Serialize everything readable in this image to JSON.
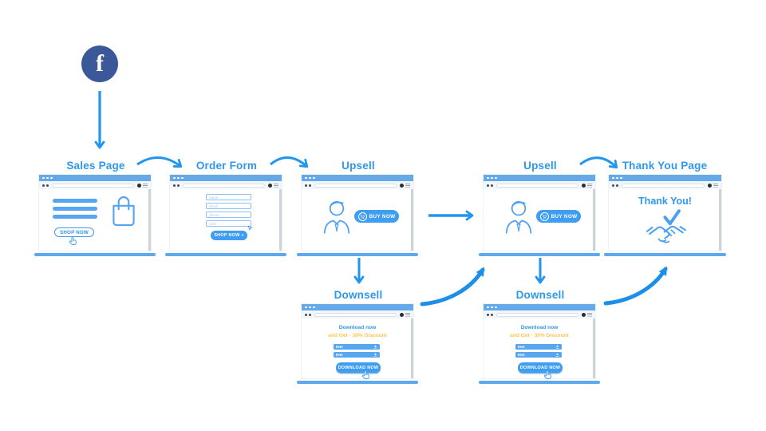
{
  "colors": {
    "accent": "#2196f0",
    "chrome_bar": "#66a9e9",
    "footer_bar": "#5ea9ee",
    "button_blue": "#3f9df2",
    "facebook_navy": "#3b5998",
    "discount_yellow": "#ffc54d"
  },
  "facebook": {
    "letter": "f"
  },
  "windows": {
    "sales": {
      "title": "Sales Page",
      "button": "SHOP NOW"
    },
    "order": {
      "title": "Order Form",
      "fields": [
        "name",
        "email",
        "phone",
        "card"
      ],
      "button": "SHOP NOW »"
    },
    "upsell1": {
      "title": "Upsell",
      "button": "BUY NOW"
    },
    "upsell2": {
      "title": "Upsell",
      "button": "BUY NOW"
    },
    "downsell1": {
      "title": "Downsell",
      "headline1": "Download now",
      "headline2": "and Get - 30% Discount",
      "items": [
        "Item",
        "Item"
      ],
      "button": "DOWNLOAD NOW"
    },
    "downsell2": {
      "title": "Downsell",
      "headline1": "Download now",
      "headline2": "and Get - 30% Discount",
      "items": [
        "Item",
        "Item"
      ],
      "button": "DOWNLOAD NOW"
    },
    "thankyou": {
      "title": "Thank You Page",
      "message": "Thank You!"
    }
  }
}
